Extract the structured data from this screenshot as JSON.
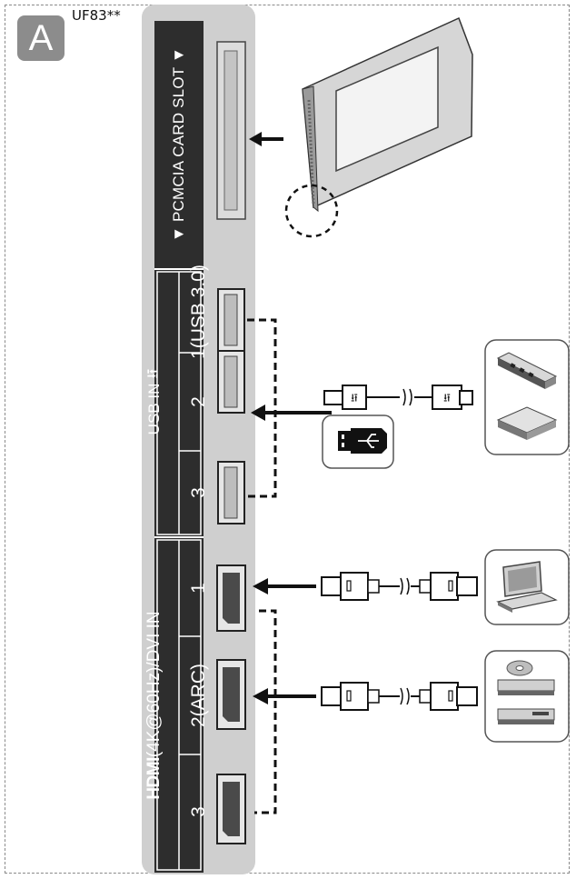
{
  "badge": {
    "letter": "A"
  },
  "model": "UF83**",
  "panel": {
    "pcmcia_label": "▼ PCMCIA CARD SLOT ▼",
    "usb": {
      "title": "USB IN",
      "ports": [
        "1(USB 3.0)",
        "2",
        "3"
      ]
    },
    "hdmi": {
      "logo": "HDMI",
      "title_suffix": "(4K@60Hz)/DVI IN",
      "ports": [
        "1",
        "2(ARC)",
        "3"
      ]
    }
  },
  "icons": {
    "pcmcia": "pcmcia-card-icon",
    "usb_plug": "usb-plug-icon",
    "usb_drive": "usb-flash-drive-icon",
    "usb_hub": "usb-hub-icon",
    "hdd": "external-hdd-icon",
    "hdmi_plug": "hdmi-plug-icon",
    "laptop": "laptop-icon",
    "player": "dvd-player-icon"
  },
  "colors": {
    "panel_gray": "#cfcfcf",
    "label_dark": "#2d2d2d",
    "frame_dash": "#8a8a8a"
  }
}
